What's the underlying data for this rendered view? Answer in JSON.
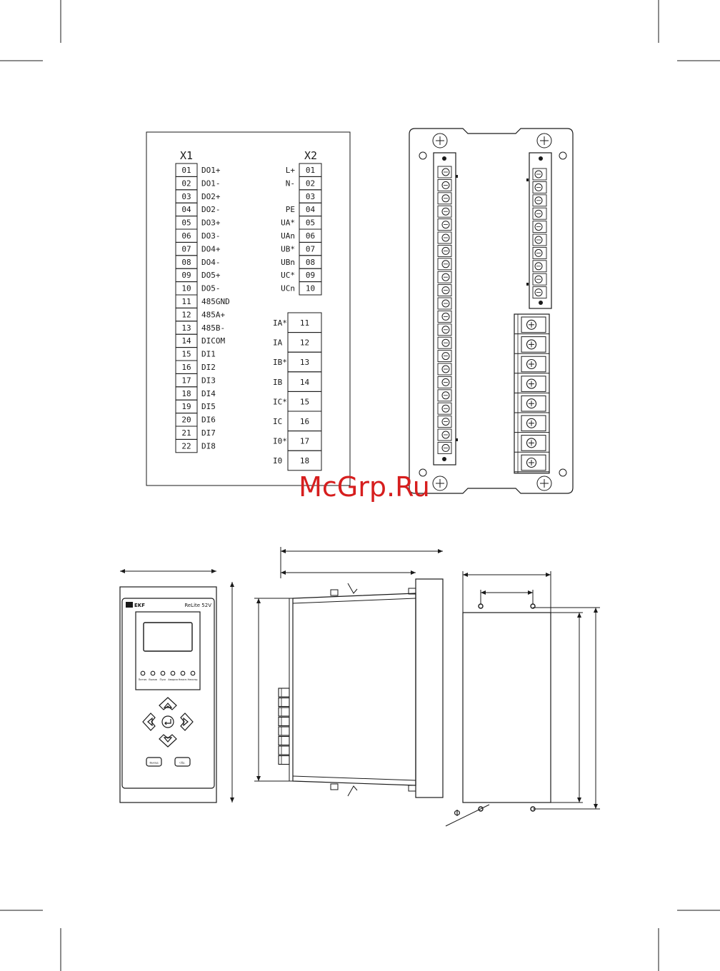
{
  "watermark": "McGrp.Ru",
  "connector_x1": {
    "title": "X1",
    "pins": [
      {
        "num": "01",
        "label": "DO1+"
      },
      {
        "num": "02",
        "label": "DO1-"
      },
      {
        "num": "03",
        "label": "DO2+"
      },
      {
        "num": "04",
        "label": "DO2-"
      },
      {
        "num": "05",
        "label": "DO3+"
      },
      {
        "num": "06",
        "label": "DO3-"
      },
      {
        "num": "07",
        "label": "DO4+"
      },
      {
        "num": "08",
        "label": "DO4-"
      },
      {
        "num": "09",
        "label": "DO5+"
      },
      {
        "num": "10",
        "label": "DO5-"
      },
      {
        "num": "11",
        "label": "485GND"
      },
      {
        "num": "12",
        "label": "485A+"
      },
      {
        "num": "13",
        "label": "485B-"
      },
      {
        "num": "14",
        "label": "DICOM"
      },
      {
        "num": "15",
        "label": "DI1"
      },
      {
        "num": "16",
        "label": "DI2"
      },
      {
        "num": "17",
        "label": "DI3"
      },
      {
        "num": "18",
        "label": "DI4"
      },
      {
        "num": "19",
        "label": "DI5"
      },
      {
        "num": "20",
        "label": "DI6"
      },
      {
        "num": "21",
        "label": "DI7"
      },
      {
        "num": "22",
        "label": "DI8"
      }
    ]
  },
  "connector_x2": {
    "title": "X2",
    "pins": [
      {
        "num": "01",
        "label": "L+"
      },
      {
        "num": "02",
        "label": "N-"
      },
      {
        "num": "03",
        "label": ""
      },
      {
        "num": "04",
        "label": "PE"
      },
      {
        "num": "05",
        "label": "UA*"
      },
      {
        "num": "06",
        "label": "UAn"
      },
      {
        "num": "07",
        "label": "UB*"
      },
      {
        "num": "08",
        "label": "UBn"
      },
      {
        "num": "09",
        "label": "UC*"
      },
      {
        "num": "10",
        "label": "UCn"
      }
    ]
  },
  "current_terminals": [
    {
      "num": "11",
      "label": "IA*"
    },
    {
      "num": "12",
      "label": "IA"
    },
    {
      "num": "13",
      "label": "IB*"
    },
    {
      "num": "14",
      "label": "IB"
    },
    {
      "num": "15",
      "label": "IC*"
    },
    {
      "num": "16",
      "label": "IC"
    },
    {
      "num": "17",
      "label": "I0*"
    },
    {
      "num": "18",
      "label": "I0"
    }
  ],
  "front_panel": {
    "brand": "EKF",
    "model": "ReLite 52V",
    "led_labels": [
      "Питан.",
      "Вызов",
      "Пуск",
      "Авария",
      "Неисп.",
      "Неиспр."
    ],
    "button_exit": "Выход",
    "button_reset": "Сбр."
  },
  "dimension_symbol": "Φ"
}
